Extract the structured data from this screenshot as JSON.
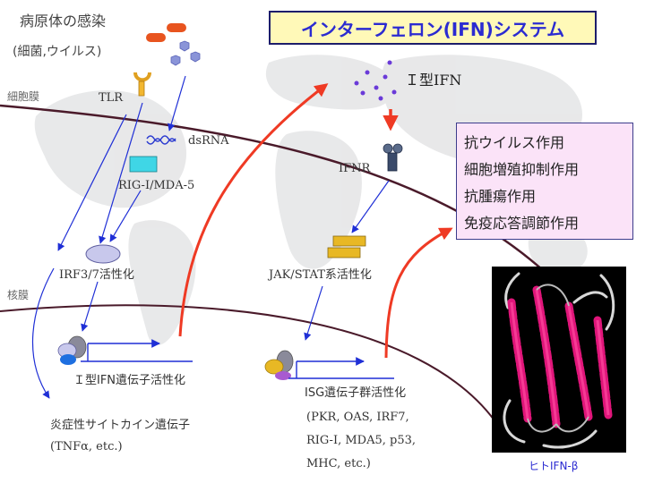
{
  "title": "インターフェロン(IFN)システム",
  "pathogen": {
    "title": "病原体の感染",
    "subtitle": "(細菌,ウイルス)"
  },
  "labels": {
    "cell_membrane": "細胞膜",
    "nuclear_membrane": "核膜",
    "tlr": "TLR",
    "dsrna": "dsRNA",
    "rig_mda": "RIG-I/MDA-5",
    "irf": "IRF3/7活性化",
    "type1_gene": "Ｉ型IFN遺伝子活性化",
    "inflammatory_gene": "炎症性サイトカイン遺伝子",
    "tnf": "(TNFα, etc.)",
    "type1_ifn": "Ｉ型IFN",
    "ifnr": "IFNR",
    "jak_stat": "JAK/STAT系活性化",
    "isg_title": "ISG遺伝子群活性化",
    "isg_list": [
      "(PKR, OAS, IRF7,",
      "RIG-I, MDA5, p53,",
      "MHC, etc.)"
    ],
    "protein_caption": "ヒトIFN-β"
  },
  "effects": [
    "抗ウイルス作用",
    "細胞増殖抑制作用",
    "抗腫瘍作用",
    "免疫応答調節作用"
  ],
  "colors": {
    "membrane": "#4a1a2a",
    "signal_arrow": "#1f2fd6",
    "ifn_arrow": "#ef3a24",
    "title_text": "#2b2bd1",
    "title_bg": "#fff9b8",
    "effects_bg": "#fbe3f8",
    "helix": "#e0157a"
  }
}
